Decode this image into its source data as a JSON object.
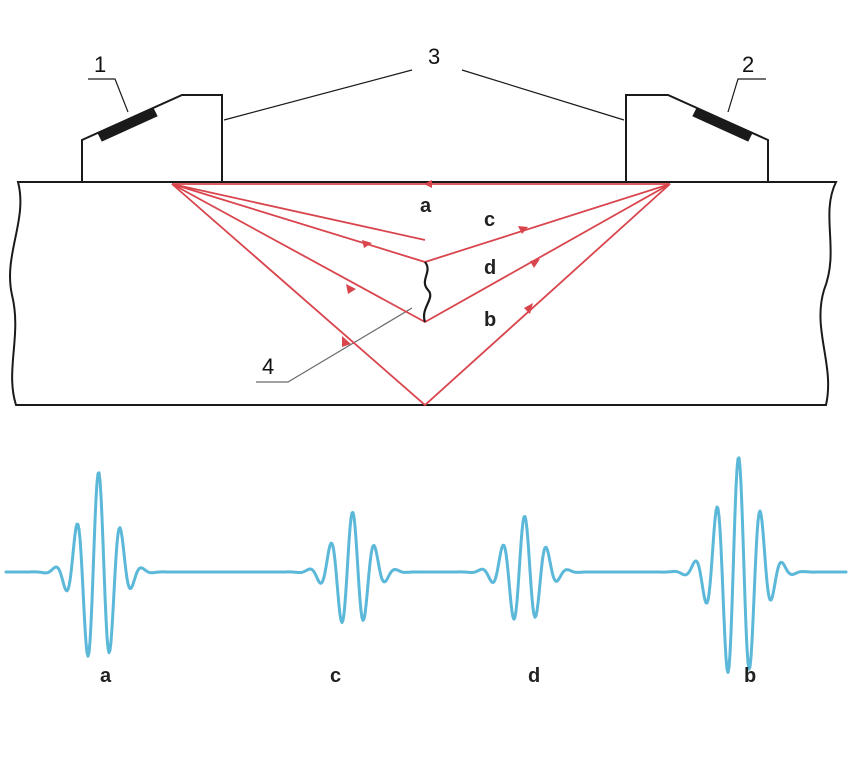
{
  "diagram": {
    "callouts": {
      "transmitter": "1",
      "receiver": "2",
      "wedges": "3",
      "defect": "4"
    },
    "ray_labels": {
      "a": "a",
      "c": "c",
      "d": "d",
      "b": "b"
    },
    "waveform_labels": [
      "a",
      "c",
      "d",
      "b"
    ],
    "colors": {
      "outline": "#1a1a1a",
      "rays": "#d9454d",
      "waveform": "#5bb8d9",
      "probe": "#1a1a1a"
    }
  }
}
